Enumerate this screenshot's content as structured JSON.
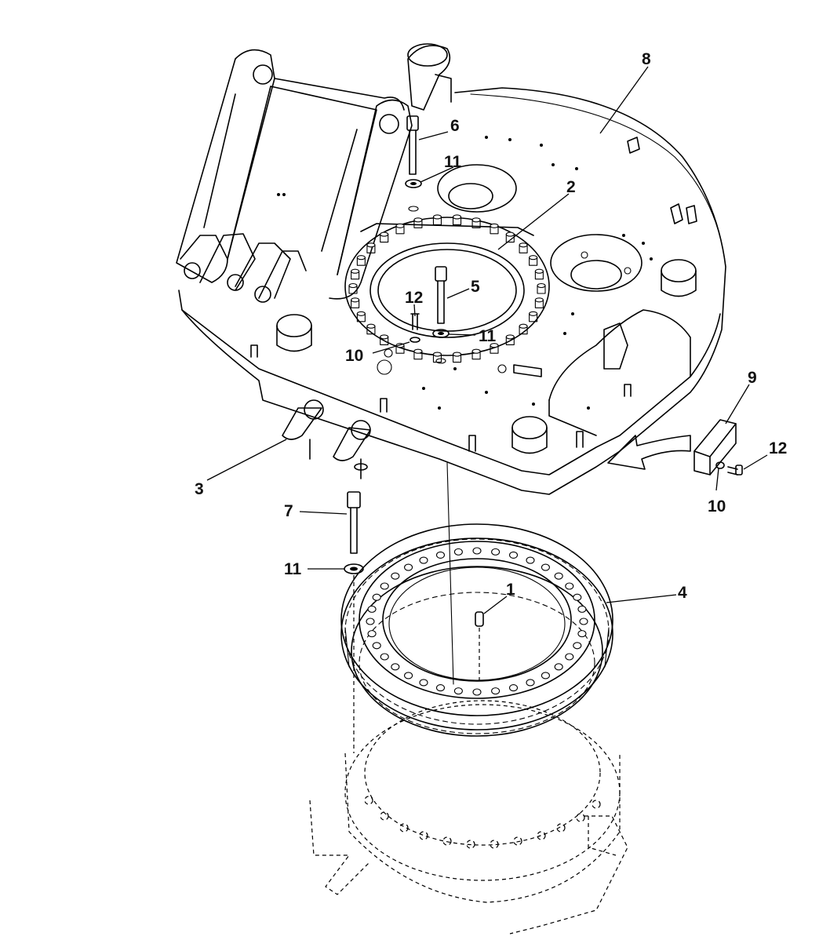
{
  "callouts": {
    "c1": "1",
    "c2": "2",
    "c3": "3",
    "c4": "4",
    "c5": "5",
    "c6": "6",
    "c7": "7",
    "c8": "8",
    "c9": "9",
    "c10a": "10",
    "c10b": "10",
    "c11a": "11",
    "c11b": "11",
    "c11c": "11",
    "c12a": "12",
    "c12b": "12"
  },
  "colors": {
    "line": "#000000",
    "background": "#ffffff"
  }
}
